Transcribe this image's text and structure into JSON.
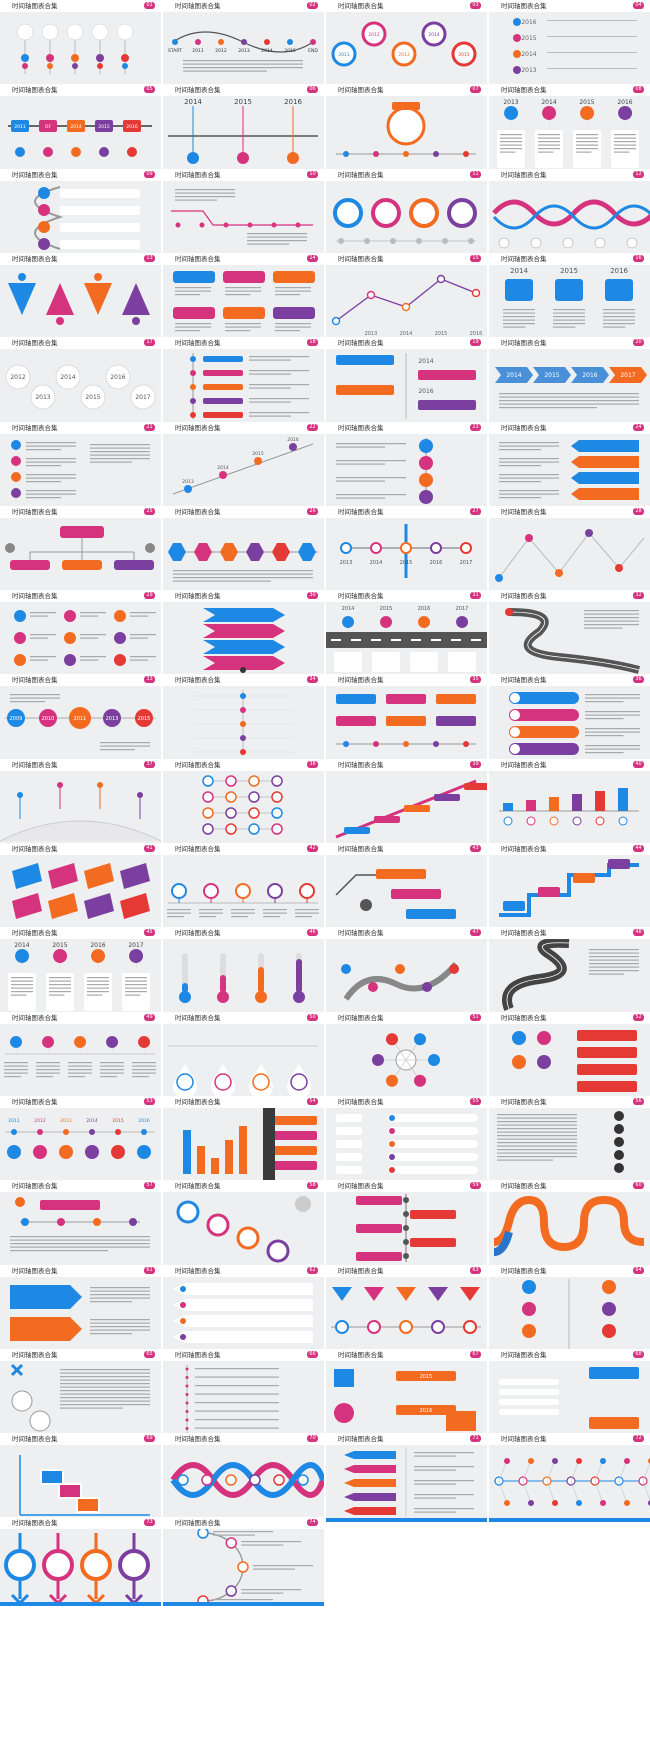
{
  "deck": {
    "slide_title": "时间轴图表合集",
    "colors": {
      "blue": "#1e88e5",
      "magenta": "#d6337f",
      "orange": "#f26b21",
      "purple": "#7b3fa0",
      "red": "#e53935",
      "gray": "#9e9e9e",
      "dark": "#555555"
    },
    "slides": [
      {
        "num": "01",
        "layout": "balloons",
        "years": []
      },
      {
        "num": "02",
        "layout": "start-end",
        "years": [
          "START",
          "2011",
          "2012",
          "2013",
          "2014",
          "2015",
          "END"
        ]
      },
      {
        "num": "03",
        "layout": "ring-chain",
        "years": [
          "2011",
          "2012",
          "2013",
          "2014",
          "2015"
        ]
      },
      {
        "num": "04",
        "layout": "stairs",
        "years": [
          "2016",
          "2015",
          "2014",
          "2013"
        ]
      },
      {
        "num": "05",
        "layout": "bars-row",
        "years": [
          "2011",
          "OF",
          "2014",
          "2015",
          "2016"
        ]
      },
      {
        "num": "06",
        "layout": "three-years",
        "years": [
          "2014",
          "2015",
          "2016"
        ]
      },
      {
        "num": "07",
        "layout": "center-callout",
        "years": []
      },
      {
        "num": "08",
        "layout": "pins-four",
        "years": [
          "2013",
          "2014",
          "2015",
          "2016"
        ]
      },
      {
        "num": "09",
        "layout": "curve-left",
        "years": []
      },
      {
        "num": "10",
        "layout": "h-line-dots",
        "years": []
      },
      {
        "num": "11",
        "layout": "circles-four",
        "years": []
      },
      {
        "num": "12",
        "layout": "wave",
        "years": []
      },
      {
        "num": "13",
        "layout": "triangles",
        "years": []
      },
      {
        "num": "14",
        "layout": "boxes-rows",
        "years": []
      },
      {
        "num": "15",
        "layout": "line-chart",
        "years": [
          "2013",
          "2014",
          "2015",
          "2016"
        ]
      },
      {
        "num": "16",
        "layout": "icons-three",
        "years": [
          "2014",
          "2015",
          "2016"
        ]
      },
      {
        "num": "17",
        "layout": "bubbles",
        "years": [
          "2012",
          "2013",
          "2014",
          "2015",
          "2016",
          "2017"
        ]
      },
      {
        "num": "18",
        "layout": "v-line-left",
        "years": []
      },
      {
        "num": "19",
        "layout": "v-year-list",
        "years": [
          "2014",
          "2015",
          "2016",
          "2017"
        ]
      },
      {
        "num": "20",
        "layout": "arrows",
        "years": [
          "2014",
          "2015",
          "2016",
          "2017"
        ]
      },
      {
        "num": "21",
        "layout": "icons-list",
        "years": []
      },
      {
        "num": "22",
        "layout": "diagonal",
        "years": [
          "2013",
          "2014",
          "2015",
          "2016"
        ]
      },
      {
        "num": "23",
        "layout": "v-circles",
        "years": []
      },
      {
        "num": "24",
        "layout": "arrow-stack",
        "years": []
      },
      {
        "num": "25",
        "layout": "tree",
        "years": []
      },
      {
        "num": "26",
        "layout": "hex-row",
        "years": []
      },
      {
        "num": "27",
        "layout": "tee",
        "years": [
          "2013",
          "2014",
          "2015",
          "2016",
          "2017"
        ]
      },
      {
        "num": "28",
        "layout": "zigzag",
        "years": []
      },
      {
        "num": "29",
        "layout": "icons-grid",
        "years": []
      },
      {
        "num": "30",
        "layout": "chevrons",
        "years": []
      },
      {
        "num": "31",
        "layout": "road",
        "years": [
          "2014",
          "2015",
          "2016",
          "2017"
        ]
      },
      {
        "num": "32",
        "layout": "snake-road",
        "years": []
      },
      {
        "num": "33",
        "layout": "circles-row",
        "years": [
          "2009",
          "2010",
          "2011",
          "2013",
          "2015"
        ]
      },
      {
        "num": "34",
        "layout": "dots-rows",
        "years": []
      },
      {
        "num": "35",
        "layout": "tabs",
        "years": []
      },
      {
        "num": "36",
        "layout": "pills-right",
        "years": []
      },
      {
        "num": "37",
        "layout": "globe",
        "years": []
      },
      {
        "num": "38",
        "layout": "icon-rings",
        "years": []
      },
      {
        "num": "39",
        "layout": "ascending",
        "years": []
      },
      {
        "num": "40",
        "layout": "bars-mini",
        "years": []
      },
      {
        "num": "41",
        "layout": "tiles",
        "years": []
      },
      {
        "num": "42",
        "layout": "pins-row",
        "years": []
      },
      {
        "num": "43",
        "layout": "thinker",
        "years": []
      },
      {
        "num": "44",
        "layout": "snake-boxes",
        "years": []
      },
      {
        "num": "45",
        "layout": "pins-four",
        "years": [
          "2014",
          "2015",
          "2016",
          "2017"
        ]
      },
      {
        "num": "46",
        "layout": "thermo",
        "years": []
      },
      {
        "num": "47",
        "layout": "map-pins",
        "years": []
      },
      {
        "num": "48",
        "layout": "winding-road",
        "years": []
      },
      {
        "num": "49",
        "layout": "pins-five",
        "years": []
      },
      {
        "num": "50",
        "layout": "drops",
        "years": []
      },
      {
        "num": "51",
        "layout": "hub",
        "years": []
      },
      {
        "num": "52",
        "layout": "mixed-icons",
        "years": []
      },
      {
        "num": "53",
        "layout": "six-circles",
        "years": [
          "2011",
          "2012",
          "2013",
          "2014",
          "2015",
          "2016"
        ]
      },
      {
        "num": "54",
        "layout": "bar-chart",
        "years": []
      },
      {
        "num": "55",
        "layout": "rows-pills",
        "years": []
      },
      {
        "num": "56",
        "layout": "icon-column",
        "years": []
      },
      {
        "num": "57",
        "layout": "diagram-arrows",
        "years": []
      },
      {
        "num": "58",
        "layout": "circles-diag",
        "years": []
      },
      {
        "num": "59",
        "layout": "v-tags",
        "years": []
      },
      {
        "num": "60",
        "layout": "u-road",
        "years": []
      },
      {
        "num": "61",
        "layout": "arrow-boxes",
        "years": []
      },
      {
        "num": "62",
        "layout": "left-arrows",
        "years": []
      },
      {
        "num": "63",
        "layout": "beads",
        "years": []
      },
      {
        "num": "64",
        "layout": "icon-pairs",
        "years": []
      },
      {
        "num": "65",
        "layout": "cross-list",
        "years": []
      },
      {
        "num": "66",
        "layout": "dot-list",
        "years": []
      },
      {
        "num": "67",
        "layout": "banner-list",
        "years": [
          "2015",
          "2016"
        ]
      },
      {
        "num": "68",
        "layout": "cards",
        "years": []
      },
      {
        "num": "69",
        "layout": "screens",
        "years": []
      },
      {
        "num": "70",
        "layout": "loops",
        "years": []
      },
      {
        "num": "71",
        "layout": "left-chevrons",
        "years": []
      },
      {
        "num": "72",
        "layout": "network",
        "years": []
      },
      {
        "num": "73",
        "layout": "big-circles",
        "years": []
      },
      {
        "num": "74",
        "layout": "half-arc",
        "years": []
      }
    ]
  }
}
